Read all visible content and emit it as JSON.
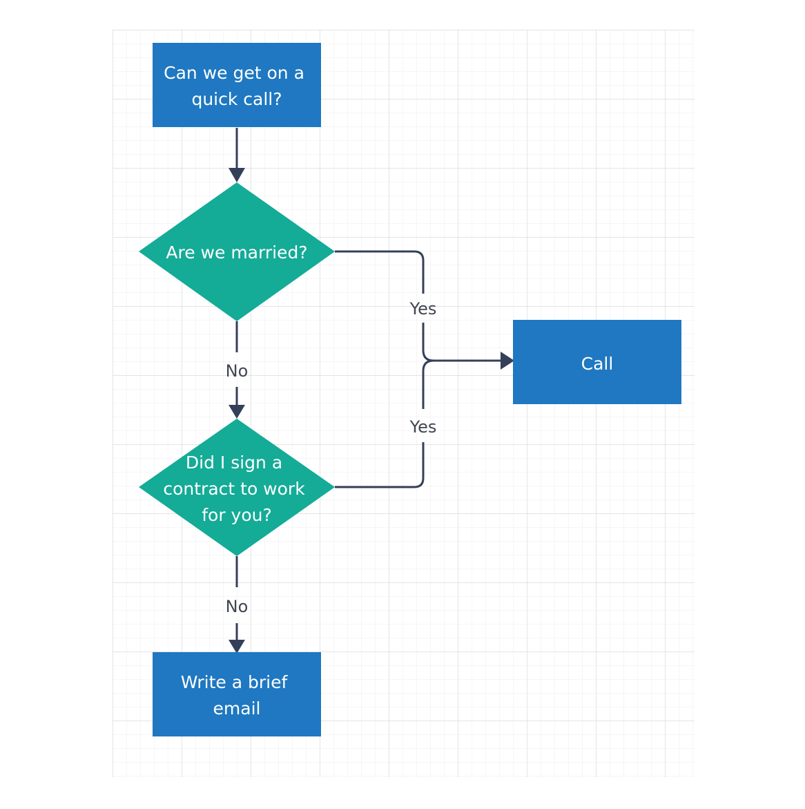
{
  "colors": {
    "process": "#1f78c1",
    "decision": "#14ab97",
    "connector": "#34405a",
    "grid_minor": "#eeeeee",
    "grid_major": "#dcdcdc",
    "node_text": "#ffffff",
    "edge_label": "#3f4650"
  },
  "nodes": {
    "start": {
      "lines": [
        "Can we get on a",
        "quick call?"
      ]
    },
    "married": {
      "lines": [
        "Are we married?"
      ]
    },
    "contract": {
      "lines": [
        "Did I sign a",
        "contract to work",
        "for you?"
      ]
    },
    "call": {
      "lines": [
        "Call"
      ]
    },
    "email": {
      "lines": [
        "Write a brief",
        "email"
      ]
    }
  },
  "edges": {
    "married_no": "No",
    "married_yes": "Yes",
    "contract_yes": "Yes",
    "contract_no": "No"
  }
}
